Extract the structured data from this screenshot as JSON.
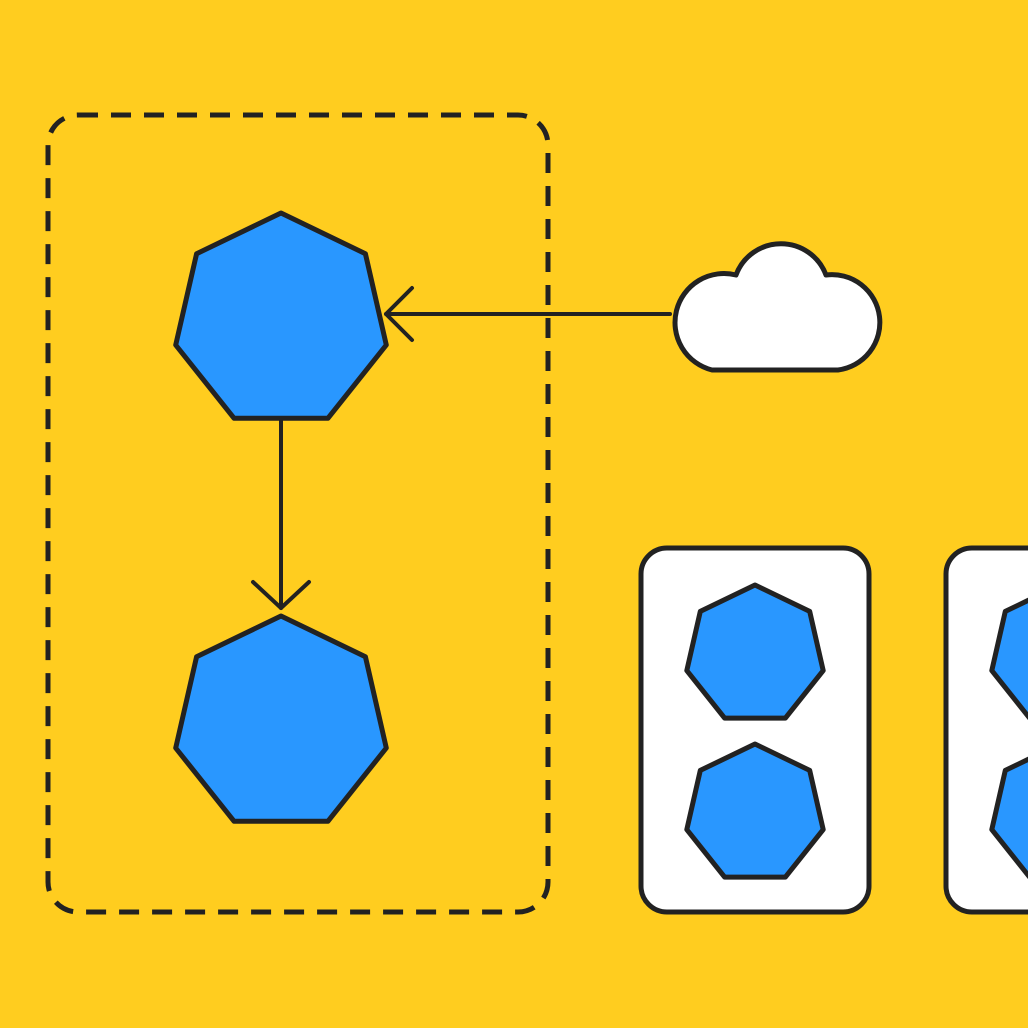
{
  "colors": {
    "background": "#FFCD1F",
    "node_fill": "#2997FF",
    "card_fill": "#FFFFFF",
    "cloud_fill": "#FFFFFF",
    "stroke": "#222222"
  },
  "icons": {
    "cloud": "cloud-icon",
    "node": "heptagon-icon",
    "arrow": "arrow-icon"
  },
  "diagram": {
    "groups": [
      {
        "id": "cluster-group",
        "style": "dashed",
        "members": [
          "node-top",
          "node-bottom"
        ]
      }
    ],
    "nodes": [
      {
        "id": "node-top",
        "shape": "heptagon",
        "icon": "heptagon-icon"
      },
      {
        "id": "node-bottom",
        "shape": "heptagon",
        "icon": "heptagon-icon"
      },
      {
        "id": "cloud",
        "shape": "cloud",
        "icon": "cloud-icon"
      },
      {
        "id": "card-1",
        "shape": "card",
        "contains": 2
      },
      {
        "id": "card-2",
        "shape": "card",
        "contains": 2,
        "partially_visible": true
      }
    ],
    "edges": [
      {
        "from": "cloud",
        "to": "node-top",
        "style": "arrow"
      },
      {
        "from": "node-top",
        "to": "node-bottom",
        "style": "arrow"
      }
    ]
  }
}
